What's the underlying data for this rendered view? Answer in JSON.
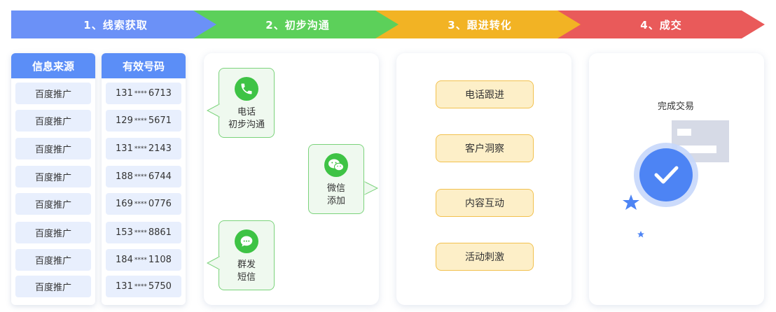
{
  "stages": [
    {
      "label": "1、线索获取",
      "color": "#6b91f7"
    },
    {
      "label": "2、初步沟通",
      "color": "#5cd05a"
    },
    {
      "label": "3、跟进转化",
      "color": "#f2b324"
    },
    {
      "label": "4、成交",
      "color": "#e95a5a"
    }
  ],
  "source_column": {
    "header": "信息来源",
    "rows": [
      "百度推广",
      "百度推广",
      "百度推广",
      "百度推广",
      "百度推广",
      "百度推广",
      "百度推广",
      "百度推广"
    ]
  },
  "phone_column": {
    "header": "有效号码",
    "rows": [
      {
        "prefix": "131",
        "mask": "****",
        "suffix": "6713"
      },
      {
        "prefix": "129",
        "mask": "****",
        "suffix": "5671"
      },
      {
        "prefix": "131",
        "mask": "****",
        "suffix": "2143"
      },
      {
        "prefix": "188",
        "mask": "****",
        "suffix": "6744"
      },
      {
        "prefix": "169",
        "mask": "****",
        "suffix": "0776"
      },
      {
        "prefix": "153",
        "mask": "****",
        "suffix": "8861"
      },
      {
        "prefix": "184",
        "mask": "****",
        "suffix": "1108"
      },
      {
        "prefix": "131",
        "mask": "****",
        "suffix": "5750"
      }
    ]
  },
  "communication": {
    "phone": {
      "line1": "电话",
      "line2": "初步沟通",
      "icon": "phone-icon"
    },
    "wechat": {
      "line1": "微信",
      "line2": "添加",
      "icon": "wechat-icon"
    },
    "group": {
      "line1": "群发",
      "line2": "短信",
      "icon": "message-icon"
    }
  },
  "followup": [
    "电话跟进",
    "客户洞察",
    "内容互动",
    "活动刺激"
  ],
  "deal": {
    "title": "完成交易",
    "icon": "check-icon"
  },
  "colors": {
    "blue": "#5b8ef7",
    "green": "#3ec345",
    "yellow": "#f2c14e",
    "red": "#e95a5a"
  }
}
